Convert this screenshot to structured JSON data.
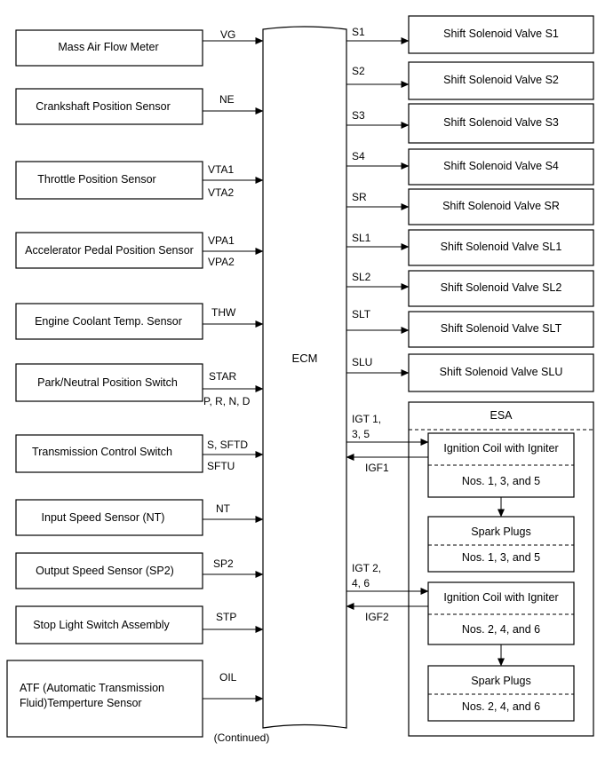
{
  "inputs": [
    {
      "label": "Mass Air Flow Meter",
      "signals": [
        "VG"
      ]
    },
    {
      "label": "Crankshaft Position Sensor",
      "signals": [
        "NE"
      ]
    },
    {
      "label": "Throttle Position Sensor",
      "signals": [
        "VTA1",
        "VTA2"
      ]
    },
    {
      "label": "Accelerator Pedal Position Sensor",
      "signals": [
        "VPA1",
        "VPA2"
      ]
    },
    {
      "label": "Engine Coolant Temp. Sensor",
      "signals": [
        "THW"
      ]
    },
    {
      "label": "Park/Neutral Position Switch",
      "signals": [
        "STAR",
        "P, R, N, D"
      ]
    },
    {
      "label": "Transmission Control Switch",
      "signals": [
        "S, SFTD",
        "SFTU"
      ]
    },
    {
      "label": "Input Speed Sensor (NT)",
      "signals": [
        "NT"
      ]
    },
    {
      "label": "Output Speed Sensor (SP2)",
      "signals": [
        "SP2"
      ]
    },
    {
      "label": "Stop Light Switch Assembly",
      "signals": [
        "STP"
      ]
    },
    {
      "label_lines": [
        "ATF (Automatic Transmission",
        "Fluid)Temperture Sensor"
      ],
      "signals": [
        "OIL"
      ]
    }
  ],
  "ecm": {
    "label": "ECM",
    "continued": "(Continued)"
  },
  "outputs": [
    {
      "signal": "S1",
      "label": "Shift Solenoid Valve S1"
    },
    {
      "signal": "S2",
      "label": "Shift Solenoid Valve S2"
    },
    {
      "signal": "S3",
      "label": "Shift Solenoid Valve S3"
    },
    {
      "signal": "S4",
      "label": "Shift Solenoid Valve S4"
    },
    {
      "signal": "SR",
      "label": "Shift Solenoid Valve SR"
    },
    {
      "signal": "SL1",
      "label": "Shift Solenoid Valve SL1"
    },
    {
      "signal": "SL2",
      "label": "Shift Solenoid Valve SL2"
    },
    {
      "signal": "SLT",
      "label": "Shift Solenoid Valve SLT"
    },
    {
      "signal": "SLU",
      "label": "Shift Solenoid Valve SLU"
    }
  ],
  "esa": {
    "title": "ESA",
    "group1": {
      "igt_lines": [
        "IGT 1,",
        "3, 5"
      ],
      "igf": "IGF1",
      "coil": "Ignition Coil with Igniter",
      "coil_nos": "Nos. 1, 3, and 5",
      "plugs": "Spark Plugs",
      "plugs_nos": "Nos. 1, 3, and 5"
    },
    "group2": {
      "igt_lines": [
        "IGT 2,",
        "4, 6"
      ],
      "igf": "IGF2",
      "coil": "Ignition Coil with Igniter",
      "coil_nos": "Nos. 2, 4, and 6",
      "plugs": "Spark Plugs",
      "plugs_nos": "Nos. 2, 4, and 6"
    }
  }
}
